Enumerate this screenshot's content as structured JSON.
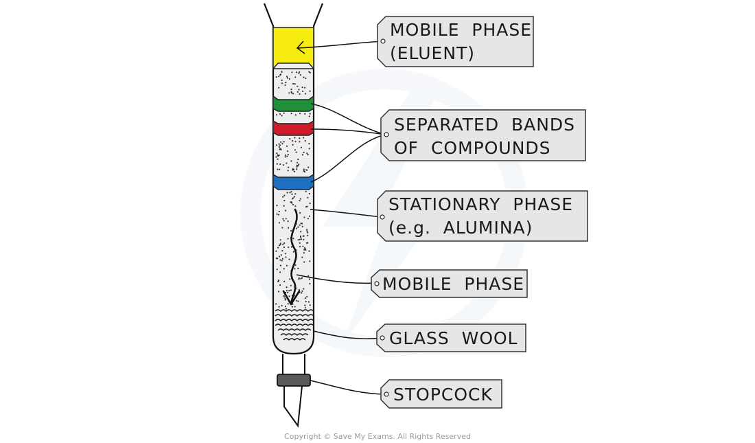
{
  "labels": {
    "mobile_phase_eluent": [
      "MOBILE  PHASE",
      "(ELUENT)"
    ],
    "separated_bands": [
      "SEPARATED  BANDS",
      "OF  COMPOUNDS"
    ],
    "stationary_phase": [
      "STATIONARY  PHASE",
      "(e.g.  ALUMINA)"
    ],
    "mobile_phase": [
      "MOBILE  PHASE"
    ],
    "glass_wool": [
      "GLASS  WOOL"
    ],
    "stopcock": [
      "STOPCOCK"
    ]
  },
  "copyright": "Copyright © Save My Exams. All Rights Reserved",
  "colors": {
    "eluent": "#f7ec10",
    "band_green": "#1f8f3a",
    "band_red": "#d01c2a",
    "band_blue": "#1f6fc0",
    "stopcock": "#5a5a5a",
    "tag_fill": "#e6e6e6",
    "column_fill": "#eeeeee",
    "watermark": "#eef3f8"
  }
}
